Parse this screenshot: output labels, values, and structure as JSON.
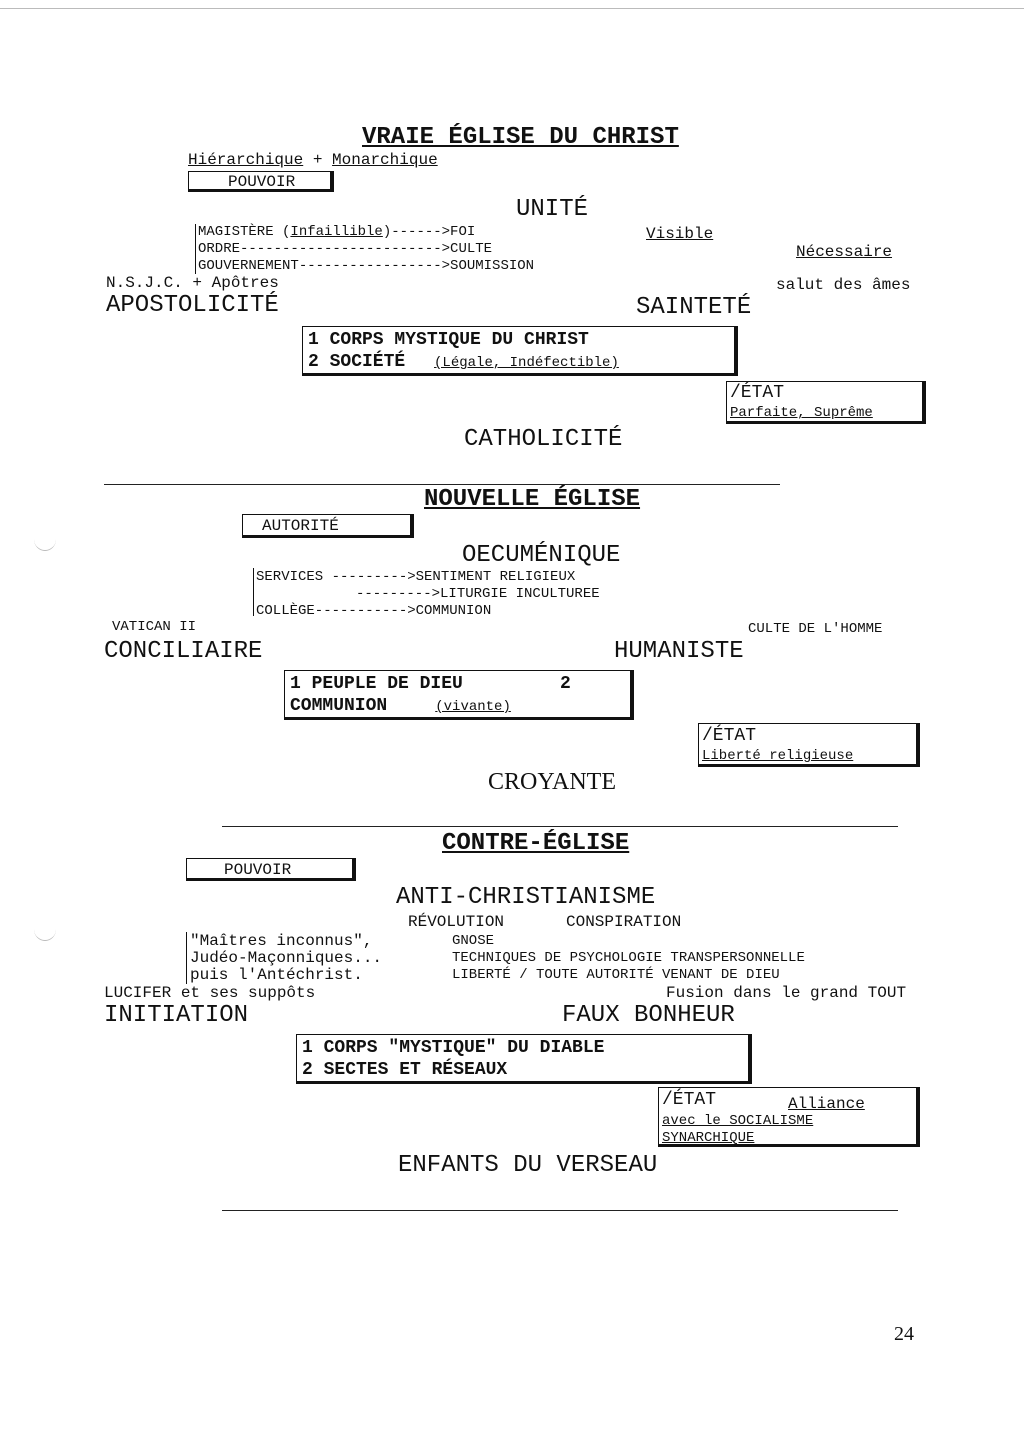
{
  "section1": {
    "title": "VRAIE ÉGLISE DU CHRIST",
    "subtitle_a": "Hiérarchique",
    "subtitle_plus": "+",
    "subtitle_b": "Monarchique",
    "box_label": "POUVOIR",
    "unity": "UNITÉ",
    "visible": "Visible",
    "necessaire": "Nécessaire",
    "lines": {
      "magistere_a": "MAGISTÈRE (",
      "magistere_b": "Infaillible",
      "magistere_c": ")------>FOI",
      "ordre": "ORDRE------------------------>CULTE",
      "gouvernement": "GOUVERNEMENT----------------->SOUMISSION"
    },
    "nsjc": "N.S.J.C. + Apôtres",
    "salut": "salut des âmes",
    "apostolicite": "APOSTOLICITÉ",
    "saintete": "SAINTETÉ",
    "main_box": {
      "line1": "1 CORPS MYSTIQUE DU CHRIST",
      "line2_a": "2 SOCIÉTÉ",
      "line2_b": "(Légale, Indéfectible)"
    },
    "etat_box": {
      "line1": "/ÉTAT",
      "line2": "Parfaite, Suprême"
    },
    "catholicite": "CATHOLICITÉ"
  },
  "section2": {
    "title": "NOUVELLE ÉGLISE",
    "box_label": "AUTORITÉ",
    "oecumenique": "OECUMÉNIQUE",
    "lines": {
      "services": "SERVICES --------->SENTIMENT RELIGIEUX",
      "liturgie": "--------->LITURGIE INCULTUREE",
      "college": "COLLÈGE----------->COMMUNION"
    },
    "vatican": "VATICAN II",
    "culte_homme": "CULTE DE L'HOMME",
    "conciliaire": "CONCILIAIRE",
    "humaniste": "HUMANISTE",
    "main_box": {
      "line1_a": "1 PEUPLE DE DIEU",
      "line1_b": "2",
      "line2_a": "COMMUNION",
      "line2_b": "(vivante)"
    },
    "etat_box": {
      "line1": "/ÉTAT",
      "line2": "Liberté religieuse"
    },
    "croyante": "CROYANTE"
  },
  "section3": {
    "title": "CONTRE-ÉGLISE",
    "box_label": "POUVOIR",
    "anti": "ANTI-CHRISTIANISME",
    "revolution": "RÉVOLUTION",
    "conspiration": "CONSPIRATION",
    "left_lines": {
      "l1": "\"Maîtres inconnus\",",
      "l2": "Judéo-Maçonniques...",
      "l3": "puis l'Antéchrist."
    },
    "right_lines": {
      "r1": "GNOSE",
      "r2": "TECHNIQUES DE PSYCHOLOGIE TRANSPERSONNELLE",
      "r3": "LIBERTÉ / TOUTE AUTORITÉ VENANT DE DIEU"
    },
    "lucifer": "LUCIFER et ses suppôts",
    "fusion": "Fusion dans le grand TOUT",
    "initiation": "INITIATION",
    "faux_bonheur": "FAUX BONHEUR",
    "main_box": {
      "line1": "1 CORPS \"MYSTIQUE\" DU DIABLE",
      "line2": "2 SECTES ET RÉSEAUX"
    },
    "etat_box": {
      "line1": "/ÉTAT",
      "alliance": "Alliance",
      "line2": "avec le SOCIALISME",
      "line3": "SYNARCHIQUE"
    },
    "enfants": "ENFANTS DU VERSEAU"
  },
  "page_number": "24"
}
